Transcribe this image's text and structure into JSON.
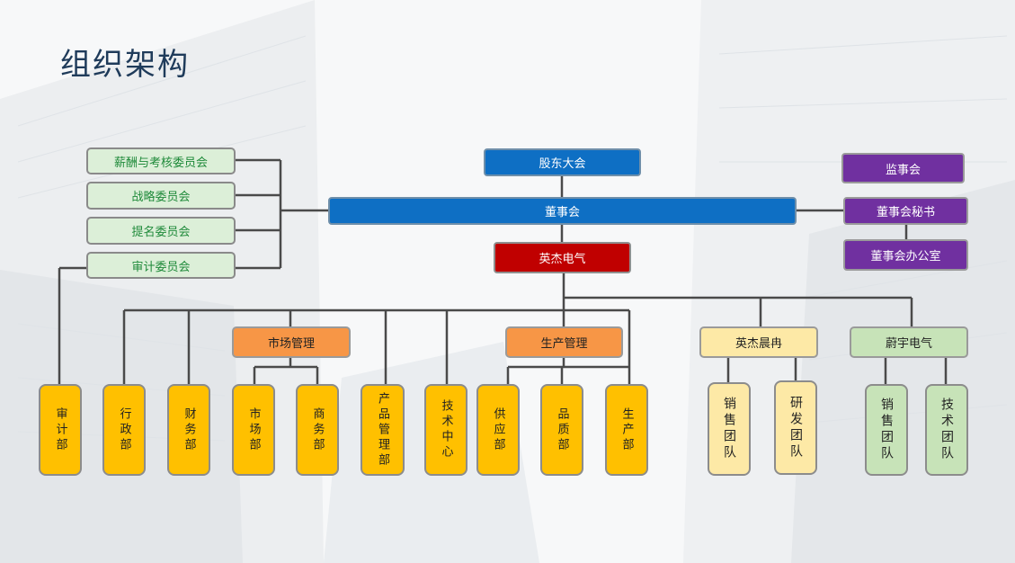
{
  "page": {
    "title": "组织架构"
  },
  "top": {
    "shareholders": "股东大会",
    "board": "董事会",
    "company": "英杰电气"
  },
  "committees": [
    "薪酬与考核委员会",
    "战略委员会",
    "提名委员会",
    "审计委员会"
  ],
  "right": {
    "supervisory": "监事会",
    "secretary": "董事会秘书",
    "office": "董事会办公室"
  },
  "mid": {
    "market": "市场管理",
    "production": "生产管理",
    "yingjie_chenrui": "英杰晨冉",
    "weiyu": "蔚宇电气"
  },
  "depts": [
    "审计部",
    "行政部",
    "财务部",
    "市场部",
    "商务部",
    "产品管理部",
    "技术中心",
    "供应部",
    "品质部",
    "生产部"
  ],
  "chenrui_teams": [
    "销售团队",
    "研发团队"
  ],
  "weiyu_teams": [
    "销售团队",
    "技术团队"
  ]
}
